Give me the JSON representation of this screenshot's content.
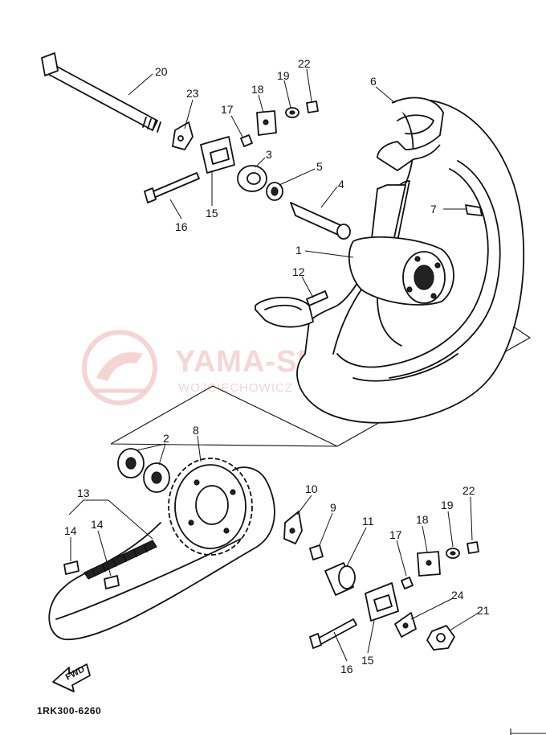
{
  "diagram": {
    "part_code": "1RK300-6260",
    "direction_marker": "FWD",
    "watermark": {
      "title": "YAMA-SERWIS.PL",
      "subtitle": "WOJCIECHOWICZ - DEALER YAMAHA"
    },
    "callouts": [
      {
        "id": "c20a",
        "text": "20"
      },
      {
        "id": "c23a",
        "text": "23"
      },
      {
        "id": "c17a",
        "text": "17"
      },
      {
        "id": "c18a",
        "text": "18"
      },
      {
        "id": "c19a",
        "text": "19"
      },
      {
        "id": "c22a",
        "text": "22"
      },
      {
        "id": "c6",
        "text": "6"
      },
      {
        "id": "c3",
        "text": "3"
      },
      {
        "id": "c5",
        "text": "5"
      },
      {
        "id": "c4",
        "text": "4"
      },
      {
        "id": "c7",
        "text": "7"
      },
      {
        "id": "c16a",
        "text": "16"
      },
      {
        "id": "c15a",
        "text": "15"
      },
      {
        "id": "c1",
        "text": "1"
      },
      {
        "id": "c12",
        "text": "12"
      },
      {
        "id": "c2",
        "text": "2"
      },
      {
        "id": "c8",
        "text": "8"
      },
      {
        "id": "c13",
        "text": "13"
      },
      {
        "id": "c14a",
        "text": "14"
      },
      {
        "id": "c14b",
        "text": "14"
      },
      {
        "id": "c10",
        "text": "10"
      },
      {
        "id": "c9",
        "text": "9"
      },
      {
        "id": "c11",
        "text": "11"
      },
      {
        "id": "c17b",
        "text": "17"
      },
      {
        "id": "c18b",
        "text": "18"
      },
      {
        "id": "c19b",
        "text": "19"
      },
      {
        "id": "c22b",
        "text": "22"
      },
      {
        "id": "c24",
        "text": "24"
      },
      {
        "id": "c21",
        "text": "21"
      },
      {
        "id": "c16b",
        "text": "16"
      },
      {
        "id": "c15b",
        "text": "15"
      }
    ]
  }
}
